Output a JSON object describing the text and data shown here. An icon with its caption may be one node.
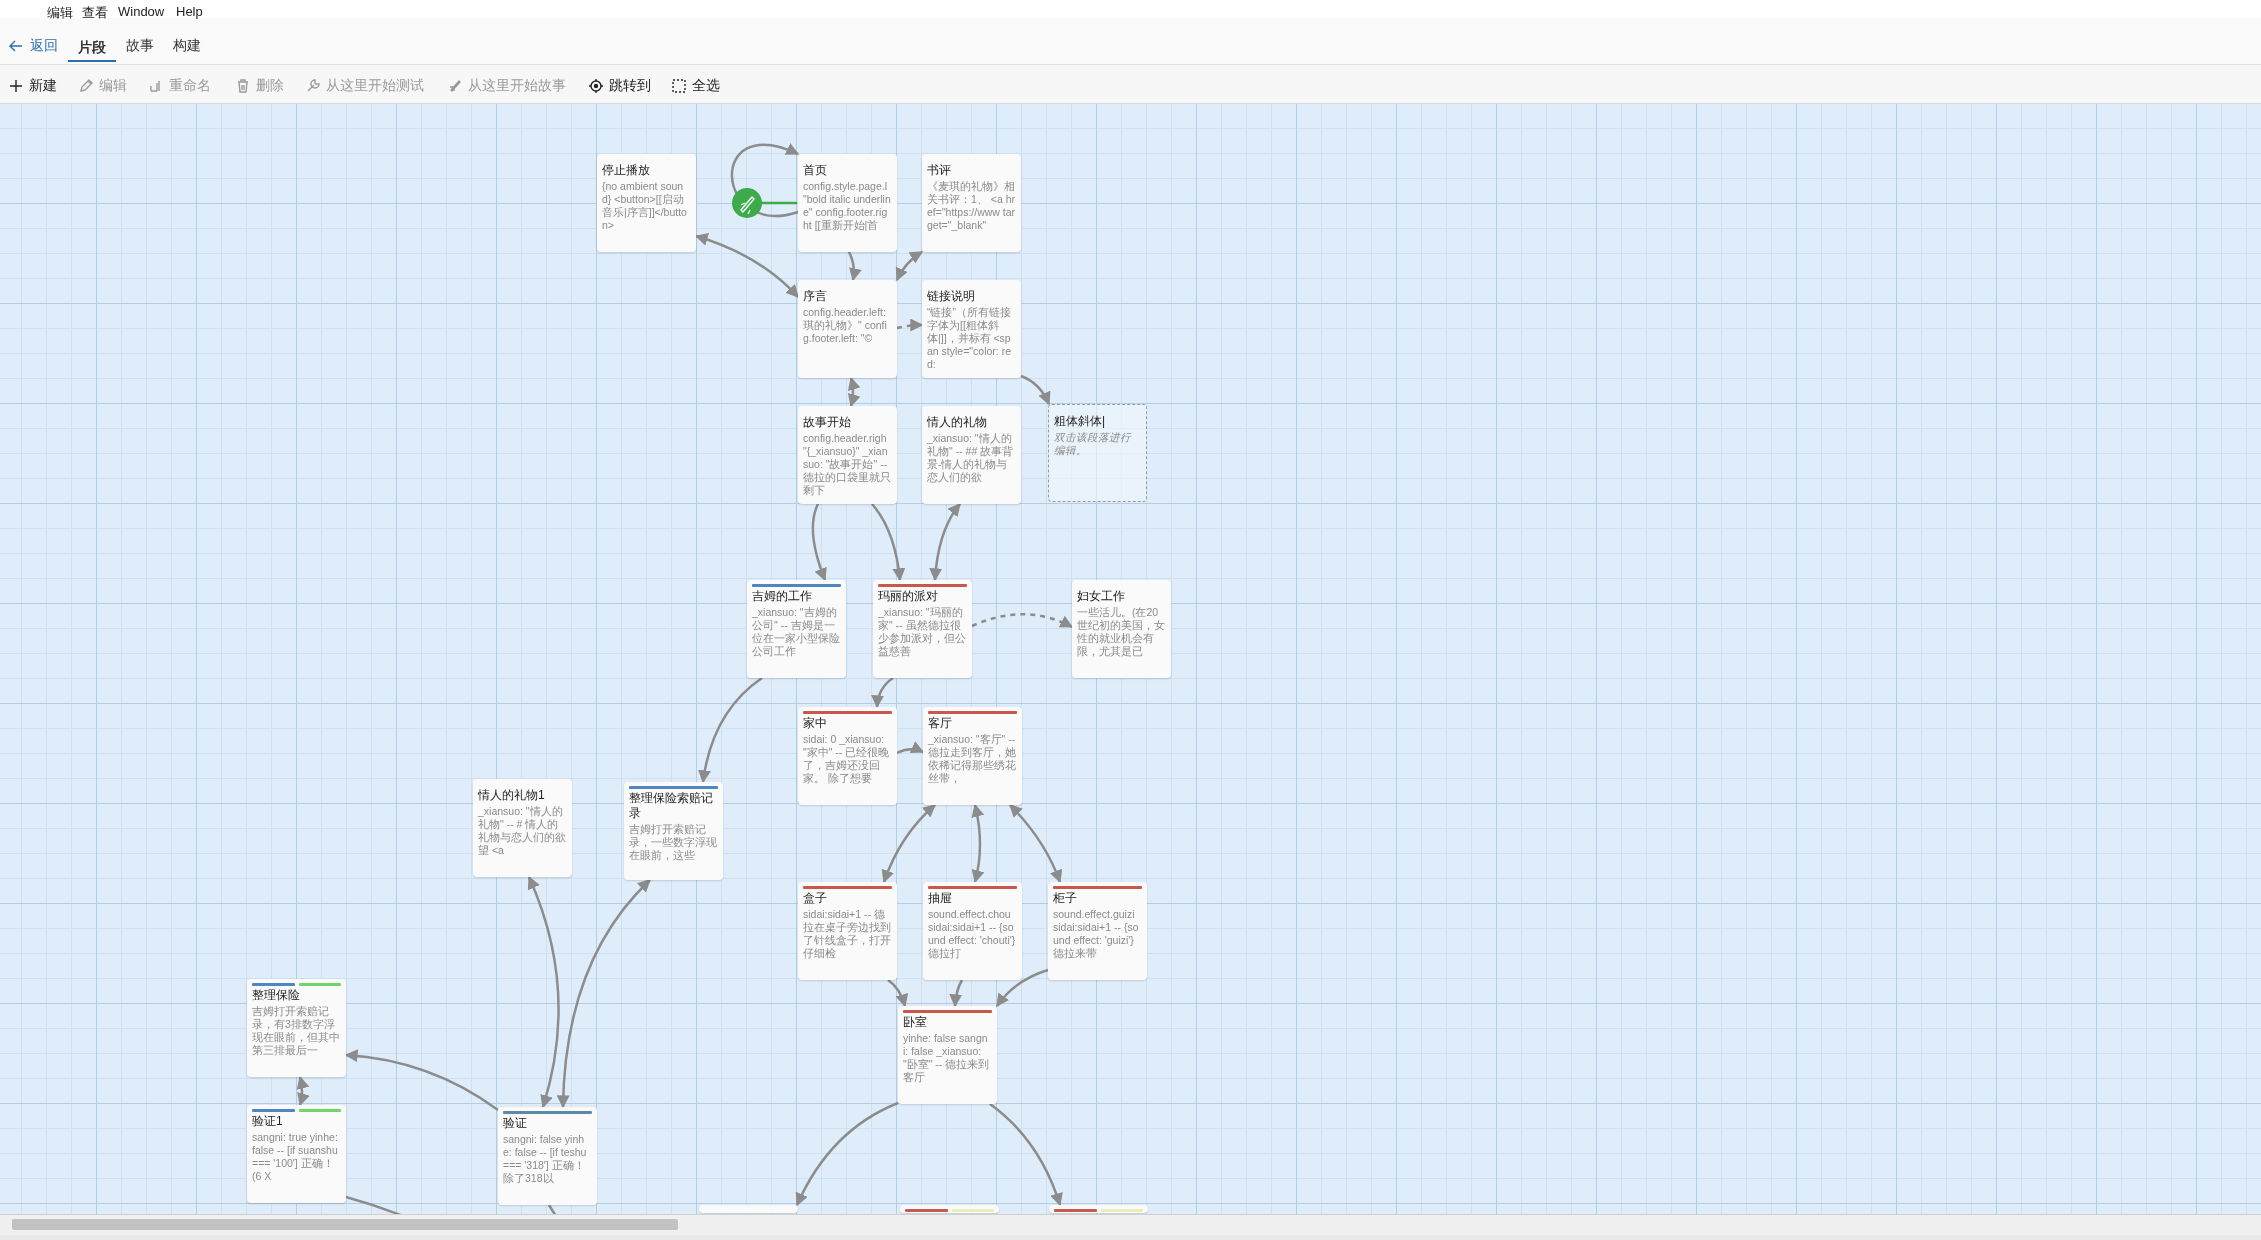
{
  "diagram": {
    "nodes": [
      {
        "text": [
          "停止播放",
          "{no ambient sound} <button>[[启动音乐|序言]]</button>"
        ]
      },
      {
        "text": [
          "首页",
          "config.style.page.l \"bold italic underline\" config.footer.right [[重新开始|首"
        ]
      },
      {
        "text": [
          "书评",
          "《麦琪的礼物》相关书评：1、 <a href=\"https://www target=\"_blank\""
        ]
      },
      {
        "text": [
          "序言",
          "config.header.left: 琪的礼物》\" config.footer.left: \"©"
        ]
      },
      {
        "text": [
          "链接说明",
          "“链接”（所有链接字体为[[粗体斜体|]]，并标有 <span style=\"color: red:"
        ]
      },
      {
        "text": [
          "故事开始",
          "config.header.righ \"{_xiansuo}\" _xiansuo: \"故事开始\" -- 德拉的口袋里就只剩下"
        ]
      },
      {
        "text": [
          "情人的礼物",
          "_xiansuo: \"情人的礼物\" -- ## 故事背景-情人的礼物与恋人们的欲"
        ]
      },
      {
        "text": [
          "粗体斜体|",
          "双击该段落进行编辑。"
        ]
      },
      {
        "text": [
          "吉姆的工作",
          "_xiansuo: \"吉姆的公司\" -- 吉姆是一位在一家小型保险公司工作"
        ]
      },
      {
        "text": [
          "玛丽的派对",
          "_xiansuo: \"玛丽的家\" -- 虽然德拉很少参加派对，但公益慈善"
        ]
      },
      {
        "text": [
          "妇女工作",
          "一些活儿。(在20世纪初的美国，女性的就业机会有限，尤其是已"
        ]
      },
      {
        "text": [
          "家中",
          "sidai: 0 _xiansuo: \"家中\" -- 已经很晚了，吉姆还没回家。 除了想要"
        ]
      },
      {
        "text": [
          "客厅",
          "_xiansuo: \"客厅\" -- 德拉走到客厅，她依稀记得那些绣花丝带，"
        ]
      },
      {
        "text": [
          "情人的礼物1",
          "_xiansuo: \"情人的礼物\" -- # 情人的礼物与恋人们的欲望 <a"
        ]
      },
      {
        "text": [
          "整理保险索赔记录",
          "吉姆打开索赔记录，一些数字浮现在眼前，这些"
        ]
      },
      {
        "text": [
          "盒子",
          "sidai:sidai+1 -- 德拉在桌子旁边找到了针线盒子，打开仔细检"
        ]
      },
      {
        "text": [
          "抽屉",
          "sound.effect.chou sidai:sidai+1 -- {sound effect: 'chouti'} 德拉打"
        ]
      },
      {
        "text": [
          "柜子",
          "sound.effect.guizi sidai:sidai+1 -- {sound effect: 'guizi'} 德拉来带"
        ]
      },
      {
        "text": [
          "整理保险",
          "吉姆打开索赔记录，有3排数字浮现在眼前，但其中第三排最后一"
        ]
      },
      {
        "text": [
          "卧室",
          "yinhe: false sangni: false _xiansuo: \"卧室\" -- 德拉来到客厅"
        ]
      },
      {
        "text": [
          "验证1",
          "sangni: true yinhe: false -- [if suanshu === '100'] 正确！ (6 X"
        ]
      },
      {
        "text": [
          "验证",
          "sangni: false yinhe: false -- [if teshu === '318'] 正确！除了318以"
        ]
      },
      {
        "text": [],
        "shape": "box"
      },
      {
        "text": [],
        "shape": "box"
      },
      {
        "text": [],
        "shape": "box"
      }
    ],
    "edges": [
      {
        "from": 1,
        "to": 1,
        "arrow": "to"
      },
      {
        "from": 0,
        "to": 3,
        "arrow": "both"
      },
      {
        "from": 1,
        "to": 3,
        "arrow": "to"
      },
      {
        "from": 3,
        "to": 2,
        "arrow": "both"
      },
      {
        "from": 3,
        "to": 4,
        "arrow": "to",
        "style": "dashed"
      },
      {
        "from": 3,
        "to": 5,
        "arrow": "both"
      },
      {
        "from": 4,
        "to": 7,
        "arrow": "to"
      },
      {
        "from": 5,
        "to": 8,
        "arrow": "to"
      },
      {
        "from": 5,
        "to": 9,
        "arrow": "to"
      },
      {
        "from": 9,
        "to": 6,
        "arrow": "both"
      },
      {
        "from": 9,
        "to": 10,
        "arrow": "to",
        "style": "dashed"
      },
      {
        "from": 9,
        "to": 11,
        "arrow": "to"
      },
      {
        "from": 11,
        "to": 12,
        "arrow": "to"
      },
      {
        "from": 12,
        "to": 15,
        "arrow": "both"
      },
      {
        "from": 12,
        "to": 16,
        "arrow": "both"
      },
      {
        "from": 12,
        "to": 17,
        "arrow": "both"
      },
      {
        "from": 15,
        "to": 19,
        "arrow": "to"
      },
      {
        "from": 16,
        "to": 19,
        "arrow": "to"
      },
      {
        "from": 17,
        "to": 19,
        "arrow": "to"
      },
      {
        "from": 19,
        "to": 22,
        "arrow": "to"
      },
      {
        "from": 19,
        "to": 24,
        "arrow": "to"
      },
      {
        "from": 8,
        "to": 14,
        "arrow": "to"
      },
      {
        "from": 13,
        "to": 21,
        "arrow": "both"
      },
      {
        "from": 14,
        "to": 21,
        "arrow": "both"
      },
      {
        "from": 21,
        "to": 18,
        "arrow": "to"
      },
      {
        "from": 18,
        "to": 20,
        "arrow": "both"
      },
      {
        "from": 20,
        "to": null,
        "arrow": "none"
      },
      {
        "from": 21,
        "to": null,
        "arrow": "none"
      }
    ],
    "labels": [
      "编辑",
      "查看",
      "Window",
      "Help",
      "返回",
      "片段",
      "故事",
      "构建",
      "新建",
      "编辑",
      "重命名",
      "删除",
      "从这里开始测试",
      "从这里开始故事",
      "跳转到",
      "全选"
    ]
  }
}
